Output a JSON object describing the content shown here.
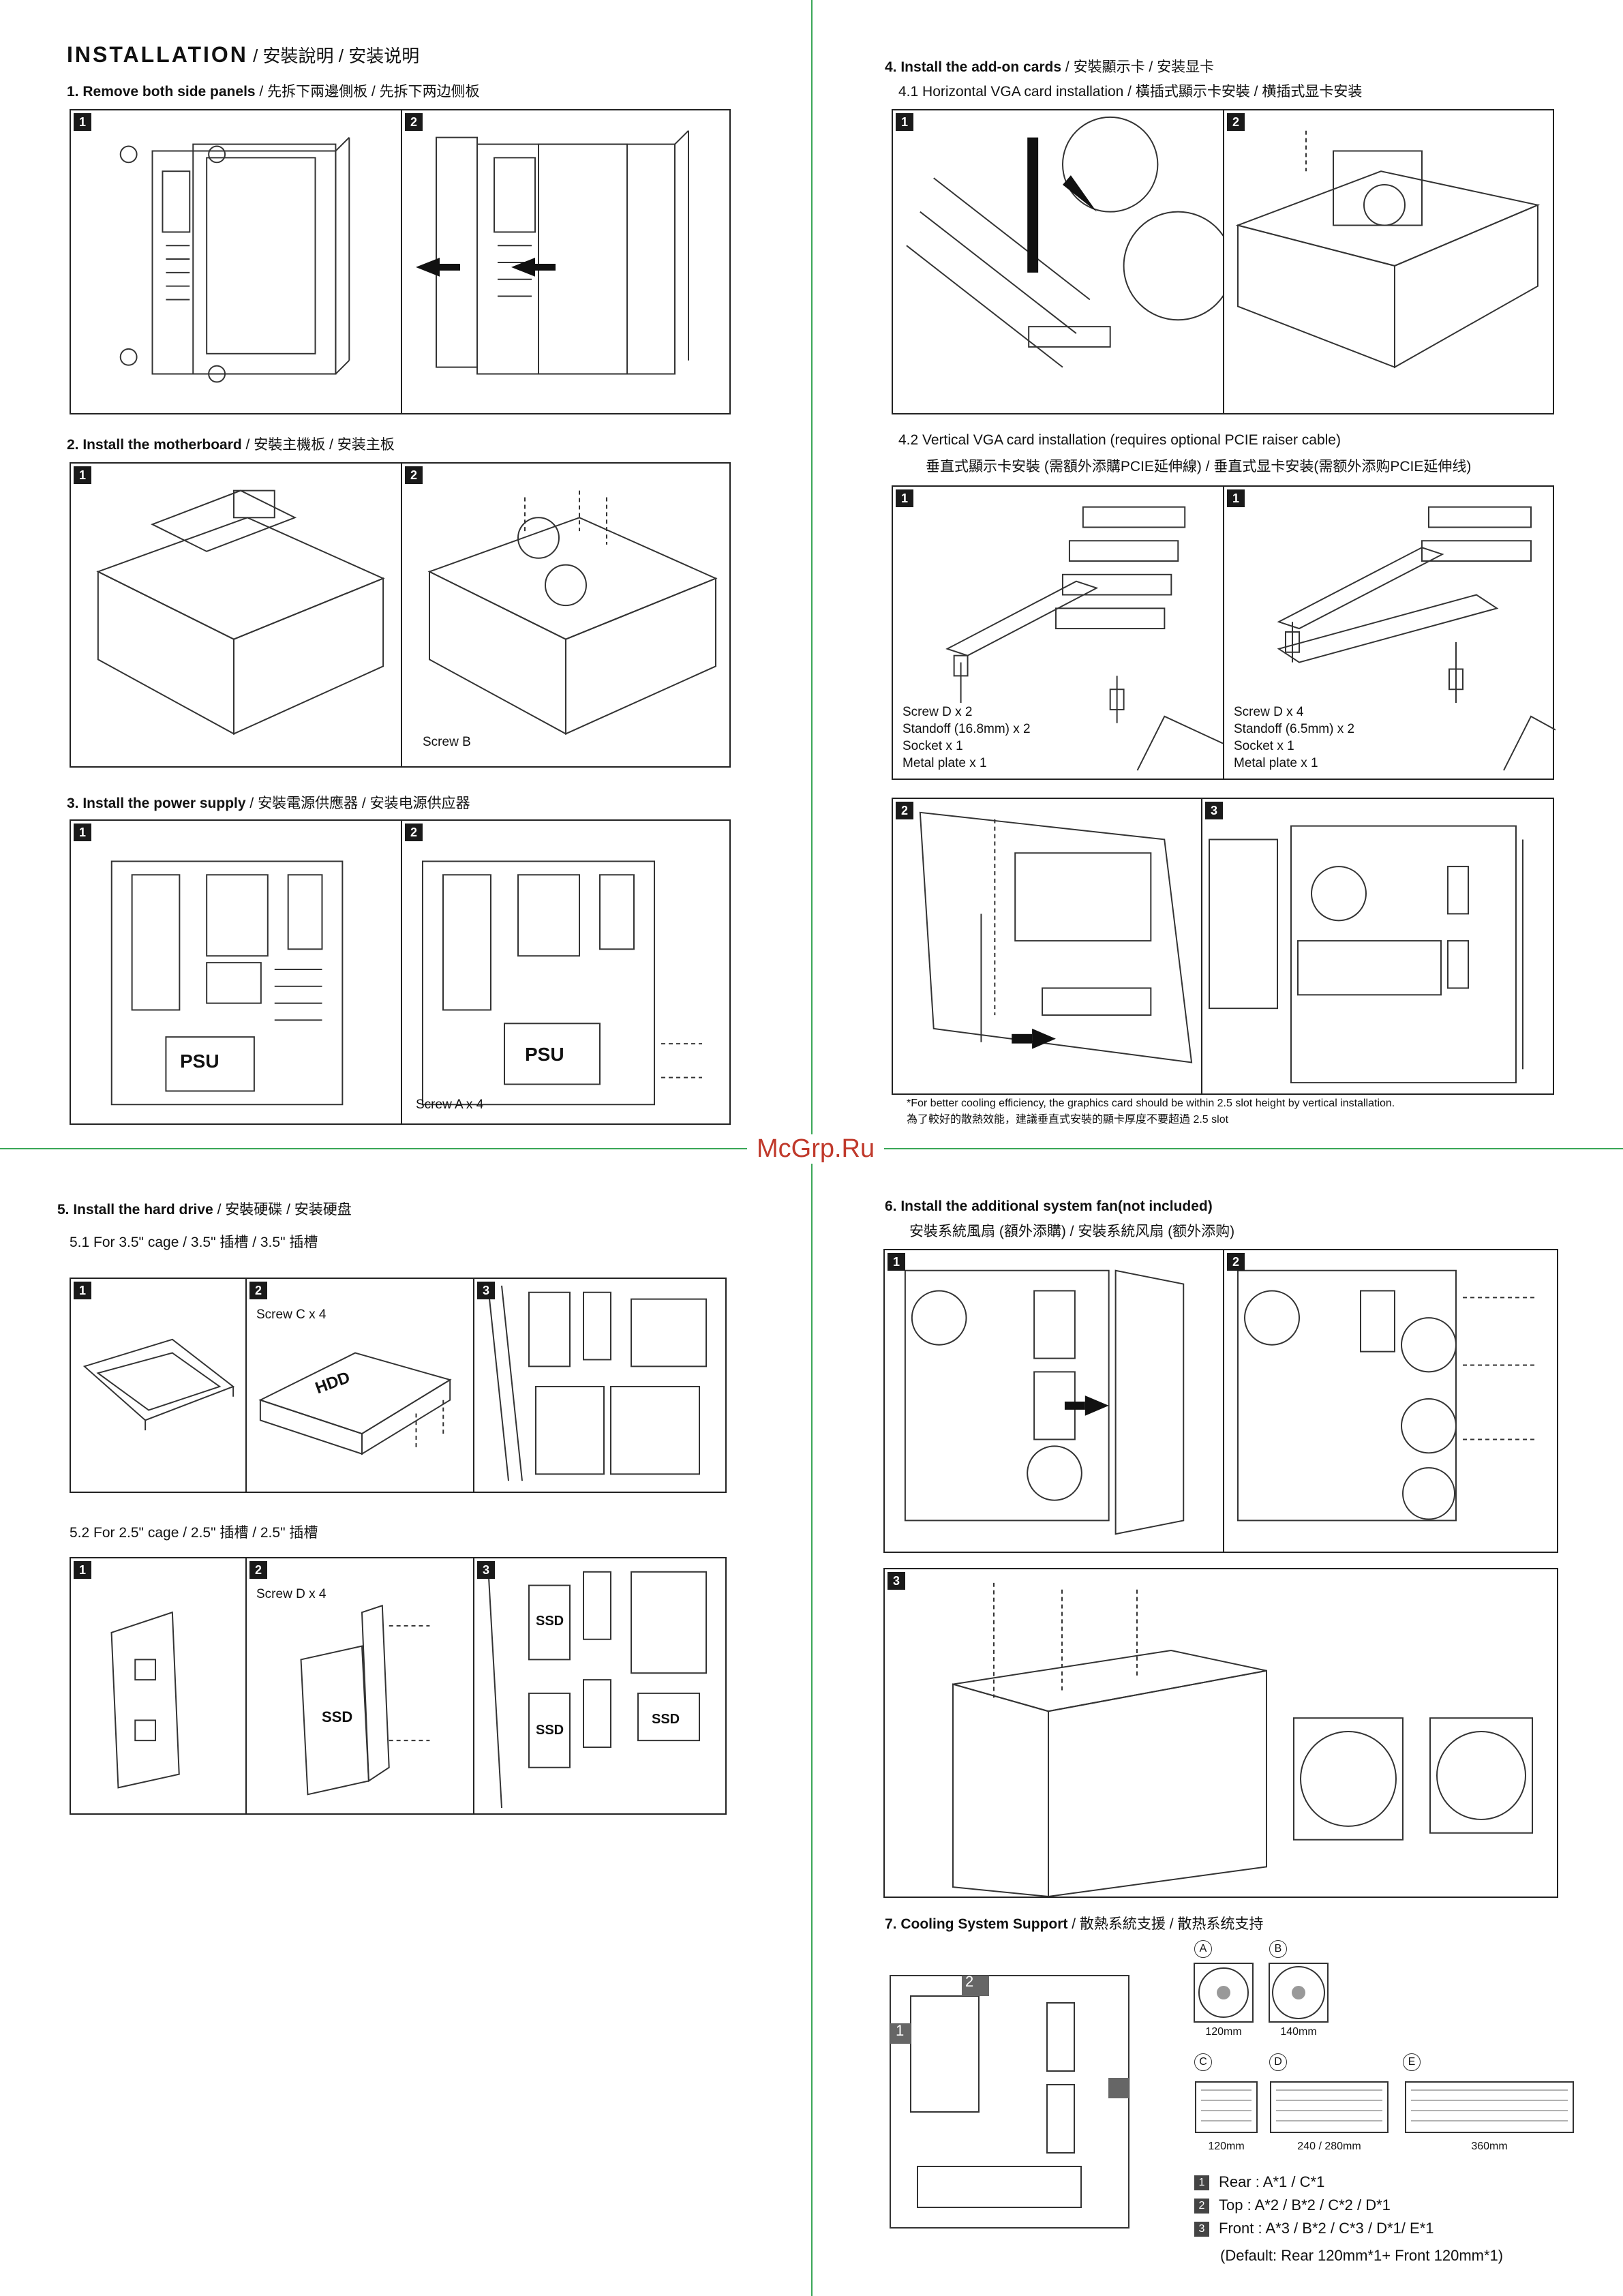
{
  "watermark": "McGrp.Ru",
  "header": {
    "title": "INSTALLATION",
    "title_cjk": " / 安裝說明 / 安装说明"
  },
  "s1": {
    "title": "1.  Remove both side panels",
    "cjk": " / 先拆下兩邊側板 / 先拆下两边侧板"
  },
  "s2": {
    "title": "2.  Install the motherboard",
    "cjk": " / 安裝主機板 / 安装主板",
    "screw": "Screw B"
  },
  "s3": {
    "title": "3.  Install the power supply",
    "cjk": " / 安裝電源供應器 / 安装电源供应器",
    "screw": "Screw A x 4",
    "psu": "PSU"
  },
  "s4": {
    "title": "4.  Install the add-on cards",
    "cjk": " / 安裝顯示卡 / 安装显卡",
    "h41": "4.1 Horizontal VGA card installation / 橫插式顯示卡安裝 / 横插式显卡安装",
    "h42a": "4.2 Vertical VGA card installation (requires optional PCIE raiser cable)",
    "h42b": "垂直式顯示卡安裝 (需額外添購PCIE延伸線) / 垂直式显卡安装(需额外添购PCIE延伸线)",
    "cap1": "Screw D x 2\nStandoff (16.8mm) x 2\nSocket x 1\nMetal plate x 1",
    "cap2": "Screw D x 4\nStandoff (6.5mm) x 2\nSocket x 1\nMetal plate x 1",
    "note1": "*For better cooling efficiency, the graphics card should be within 2.5 slot height by vertical installation.",
    "note2": "為了較好的散熱效能，建議垂直式安裝的顯卡厚度不要超過 2.5 slot"
  },
  "s5": {
    "title": "5. Install the hard drive",
    "cjk": " / 安裝硬碟 / 安装硬盘",
    "h51": "5.1 For 3.5\" cage /  3.5\" 插槽 /  3.5\" 插槽",
    "h52": "5.2 For 2.5\" cage / 2.5\" 插槽 /  2.5\" 插槽",
    "screwc": "Screw C x 4",
    "screwd": "Screw D x 4",
    "hdd": "HDD",
    "ssd": "SSD"
  },
  "s6": {
    "title": "6.   Install the additional system fan(not included)",
    "cjk": "安裝系統風扇 (額外添購)  / 安裝系統风扇 (额外添购)"
  },
  "s7": {
    "title": "7.   Cooling System Support",
    "cjk": " / 散熱系統支援 / 散热系统支持",
    "fans": {
      "a": "A",
      "b": "B",
      "c": "C",
      "d": "D",
      "e": "E",
      "a_size": "120mm",
      "b_size": "140mm",
      "c_size": "120mm",
      "d_size": "240 / 280mm",
      "e_size": "360mm"
    },
    "legend": [
      {
        "n": "1",
        "text": "Rear :  A*1 / C*1"
      },
      {
        "n": "2",
        "text": "Top :    A*2 / B*2 / C*2 / D*1"
      },
      {
        "n": "3",
        "text": "Front : A*3 / B*2 / C*3 / D*1/ E*1"
      }
    ],
    "default": "(Default: Rear 120mm*1+ Front 120mm*1)"
  },
  "panel_nums": {
    "one": "1",
    "two": "2",
    "three": "3"
  }
}
